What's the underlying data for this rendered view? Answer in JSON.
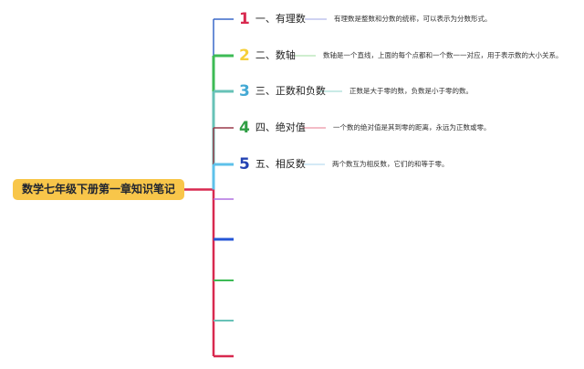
{
  "root": {
    "title": "数学七年级下册第一章知识笔记",
    "color": "#f8c64a"
  },
  "branches": [
    {
      "number": "1",
      "label": "一、有理数",
      "description": "有理数是整数和分数的统称，可以表示为分数形式。",
      "color": "#d8294f"
    },
    {
      "number": "2",
      "label": "二、数轴",
      "description": "数轴是一个直线，上面的每个点都和一个数一一对应，用于表示数的大小关系。",
      "color": "#f6cf38"
    },
    {
      "number": "3",
      "label": "三、正数和负数",
      "description": "正数是大于零的数，负数是小于零的数。",
      "color": "#44a9d4"
    },
    {
      "number": "4",
      "label": "四、绝对值",
      "description": "一个数的绝对值是其到零的距离，永远为正数或零。",
      "color": "#2f9e44"
    },
    {
      "number": "5",
      "label": "五、相反数",
      "description": "两个数互为相反数，它们的和等于零。",
      "color": "#2443b3"
    }
  ],
  "palette": {
    "pink": "#d8294f",
    "blue": "#3a68c8",
    "green": "#3dbb55",
    "teal": "#67c2b7",
    "darkred": "#9a3a4a",
    "skyblue": "#5ec1ea",
    "purple": "#b070e0",
    "royal": "#2456d6",
    "lightblue": "#a8d6ec",
    "mutedred": "#e77a8e",
    "lightgreen": "#9fdc9f",
    "lightteal": "#93d5cc",
    "lavender": "#9fa4e6"
  }
}
